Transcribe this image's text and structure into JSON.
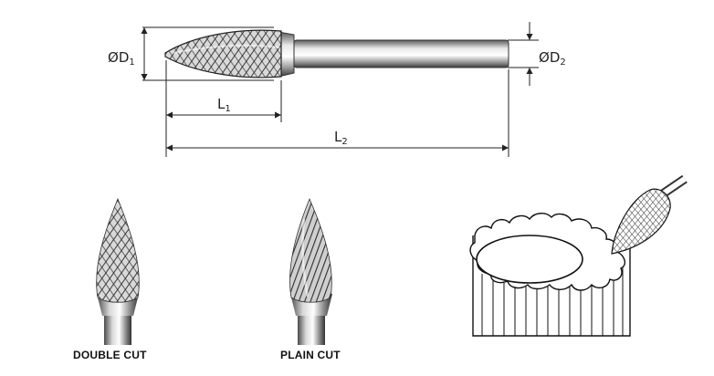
{
  "dimensions": {
    "d1": {
      "symbol": "Ø",
      "main": "D",
      "sub": "1"
    },
    "d2": {
      "symbol": "Ø",
      "main": "D",
      "sub": "2"
    },
    "l1": {
      "main": "L",
      "sub": "1"
    },
    "l2": {
      "main": "L",
      "sub": "2"
    }
  },
  "captions": {
    "double_cut": "DOUBLE CUT",
    "plain_cut": "PLAIN CUT"
  }
}
